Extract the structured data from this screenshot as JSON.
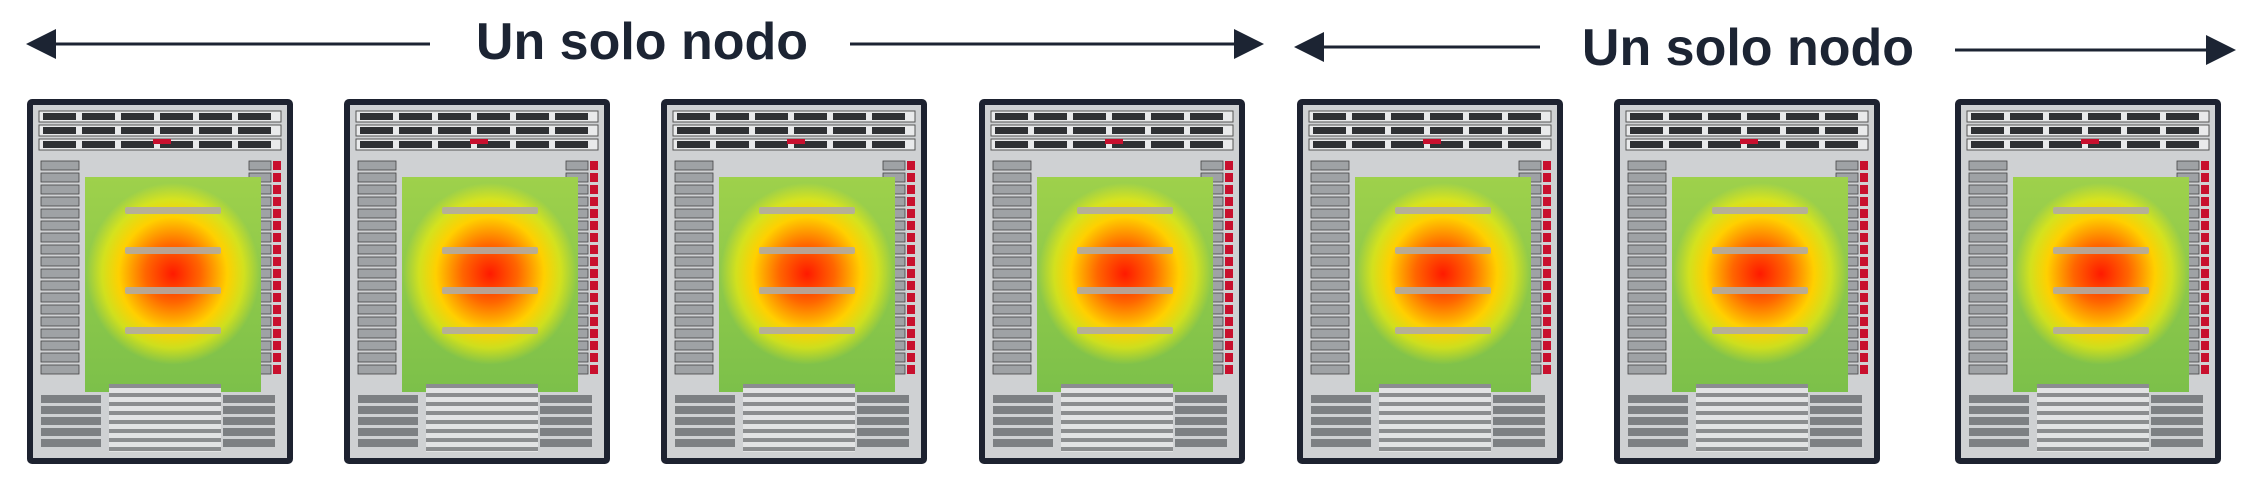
{
  "diagram": {
    "groups": [
      {
        "label": "Un solo nodo"
      },
      {
        "label": "Un solo nodo"
      }
    ],
    "node_count": 7,
    "colors": {
      "text": "#1c2433",
      "arrow": "#1c2433",
      "frame": "#1d2230",
      "heat_hot": "#ff1a00",
      "heat_warm": "#ffd000",
      "heat_cool": "#7cc04a",
      "accent_red": "#c8102e"
    }
  }
}
